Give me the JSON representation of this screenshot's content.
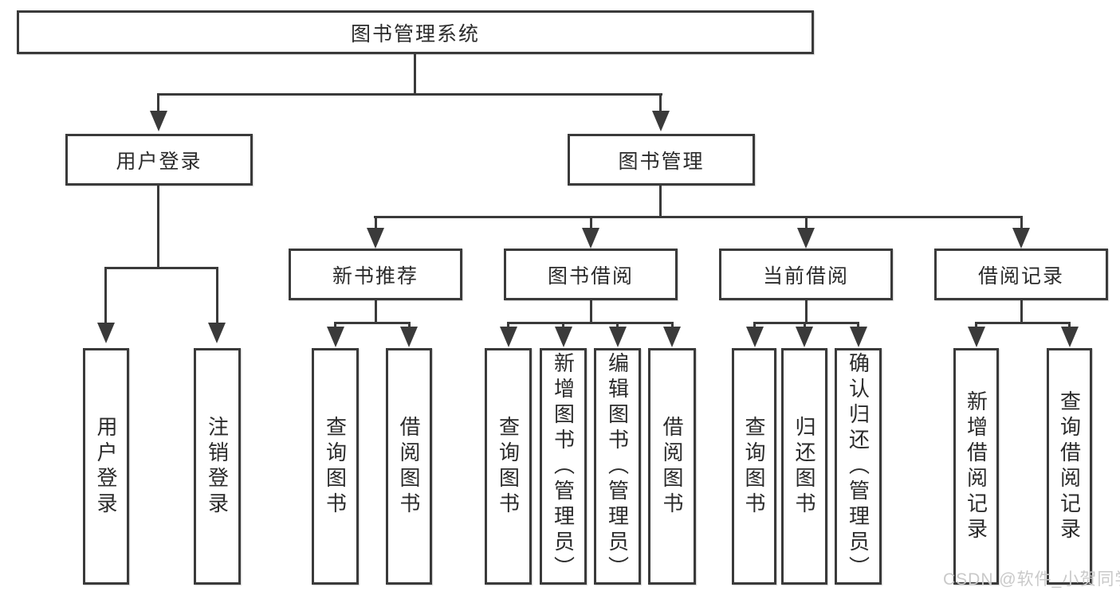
{
  "diagram": {
    "root": {
      "label": "图书管理系统"
    },
    "level2": [
      {
        "label": "用户登录"
      },
      {
        "label": "图书管理"
      }
    ],
    "level3": [
      {
        "label": "新书推荐"
      },
      {
        "label": "图书借阅"
      },
      {
        "label": "当前借阅"
      },
      {
        "label": "借阅记录"
      }
    ],
    "leaves_user_login": [
      {
        "label": "用户登录"
      },
      {
        "label": "注销登录"
      }
    ],
    "leaves_new_book": [
      {
        "label": "查询图书"
      },
      {
        "label": "借阅图书"
      }
    ],
    "leaves_book_borrow": [
      {
        "label": "查询图书"
      },
      {
        "label": "新增图书（管理员）"
      },
      {
        "label": "编辑图书（管理员）"
      },
      {
        "label": "借阅图书"
      }
    ],
    "leaves_current_borrow": [
      {
        "label": "查询图书"
      },
      {
        "label": "归还图书"
      },
      {
        "label": "确认归还（管理员）"
      }
    ],
    "leaves_borrow_records": [
      {
        "label": "新增借阅记录"
      },
      {
        "label": "查询借阅记录"
      }
    ]
  },
  "watermark": {
    "text": "CSDN @软件_小贺同学"
  },
  "colors": {
    "background": "#ffffff",
    "line": "#3a3a3a",
    "box_border": "#3a3a3a",
    "text": "#2b2b2b",
    "watermark": "#c9c9c9"
  }
}
